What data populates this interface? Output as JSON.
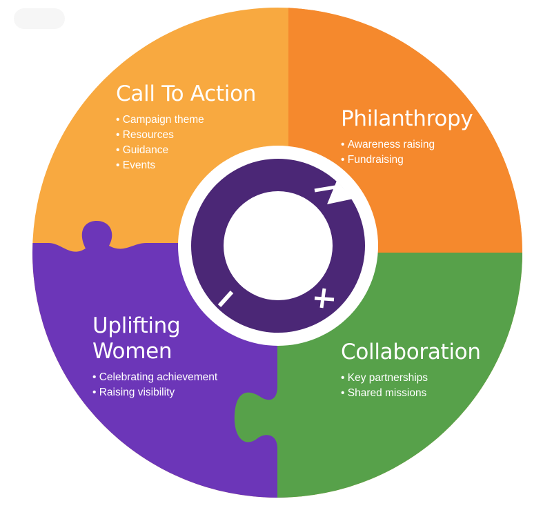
{
  "quadrants": {
    "call_to_action": {
      "title": "Call To Action",
      "bullets": [
        "Campaign theme",
        "Resources",
        "Guidance",
        "Events"
      ],
      "color": "#F8A940"
    },
    "philanthropy": {
      "title": "Philanthropy",
      "bullets": [
        "Awareness raising",
        "Fundraising"
      ],
      "color": "#F5892D"
    },
    "uplifting_women": {
      "title": "Uplifting Women",
      "title_lines": [
        "Uplifting",
        "Women"
      ],
      "bullets": [
        "Celebrating achievement",
        "Raising visibility"
      ],
      "color": "#6C36B8"
    },
    "collaboration": {
      "title": "Collaboration",
      "bullets": [
        "Key partnerships",
        "Shared missions"
      ],
      "color": "#57A14A"
    }
  },
  "center_logo": {
    "icon": "gender-equality-symbol-icon",
    "ring_color": "#4B2776",
    "border_color": "#ffffff"
  }
}
